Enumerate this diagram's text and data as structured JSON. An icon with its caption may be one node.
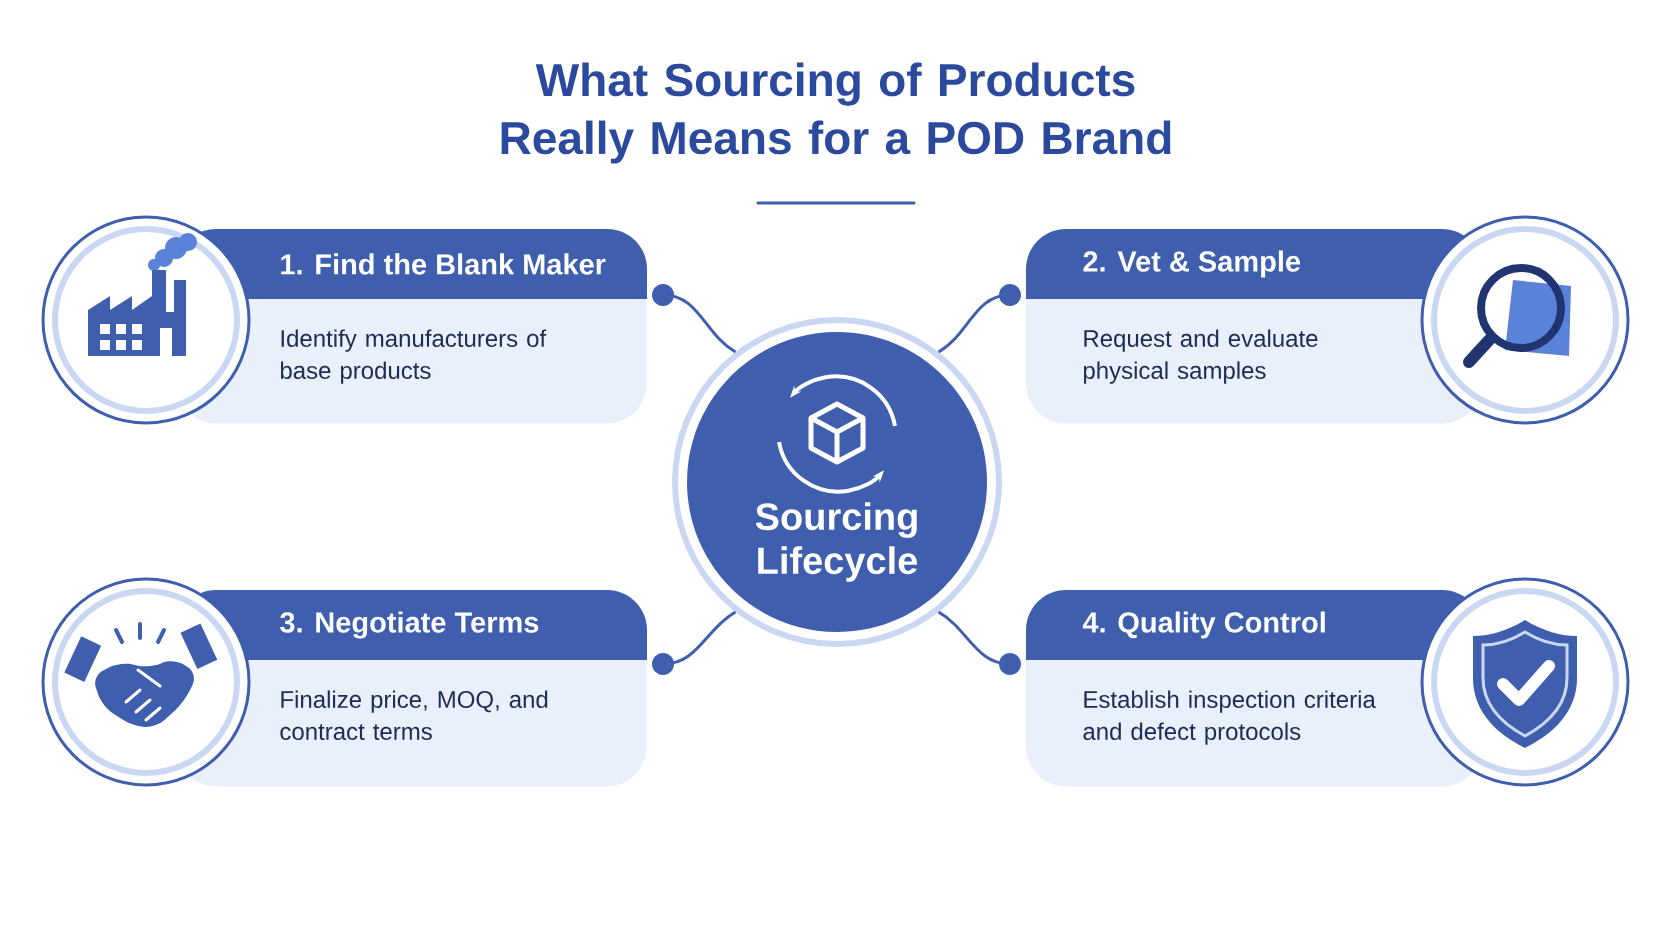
{
  "diagram": {
    "title": "What Sourcing of Products Really Means for a POD Brand",
    "nodes": [
      {
        "text": [
          "1. Find the Blank Maker",
          "Identify manufacturers of base products"
        ]
      },
      {
        "text": [
          "2. Vet & Sample",
          "Request and evaluate physical samples"
        ]
      },
      {
        "text": [
          "Sourcing Lifecycle"
        ]
      },
      {
        "text": [
          "3. Negotiate Terms",
          "Finalize price, MOQ, and contract terms"
        ]
      },
      {
        "text": [
          "4. Quality Control",
          "Establish inspection criteria and defect protocols"
        ]
      }
    ],
    "edges": [
      {
        "from": 2,
        "to": 0,
        "arrow": "other"
      },
      {
        "from": 2,
        "to": 1,
        "arrow": "other"
      },
      {
        "from": 2,
        "to": 3,
        "arrow": "other"
      },
      {
        "from": 2,
        "to": 4,
        "arrow": "other"
      }
    ]
  }
}
